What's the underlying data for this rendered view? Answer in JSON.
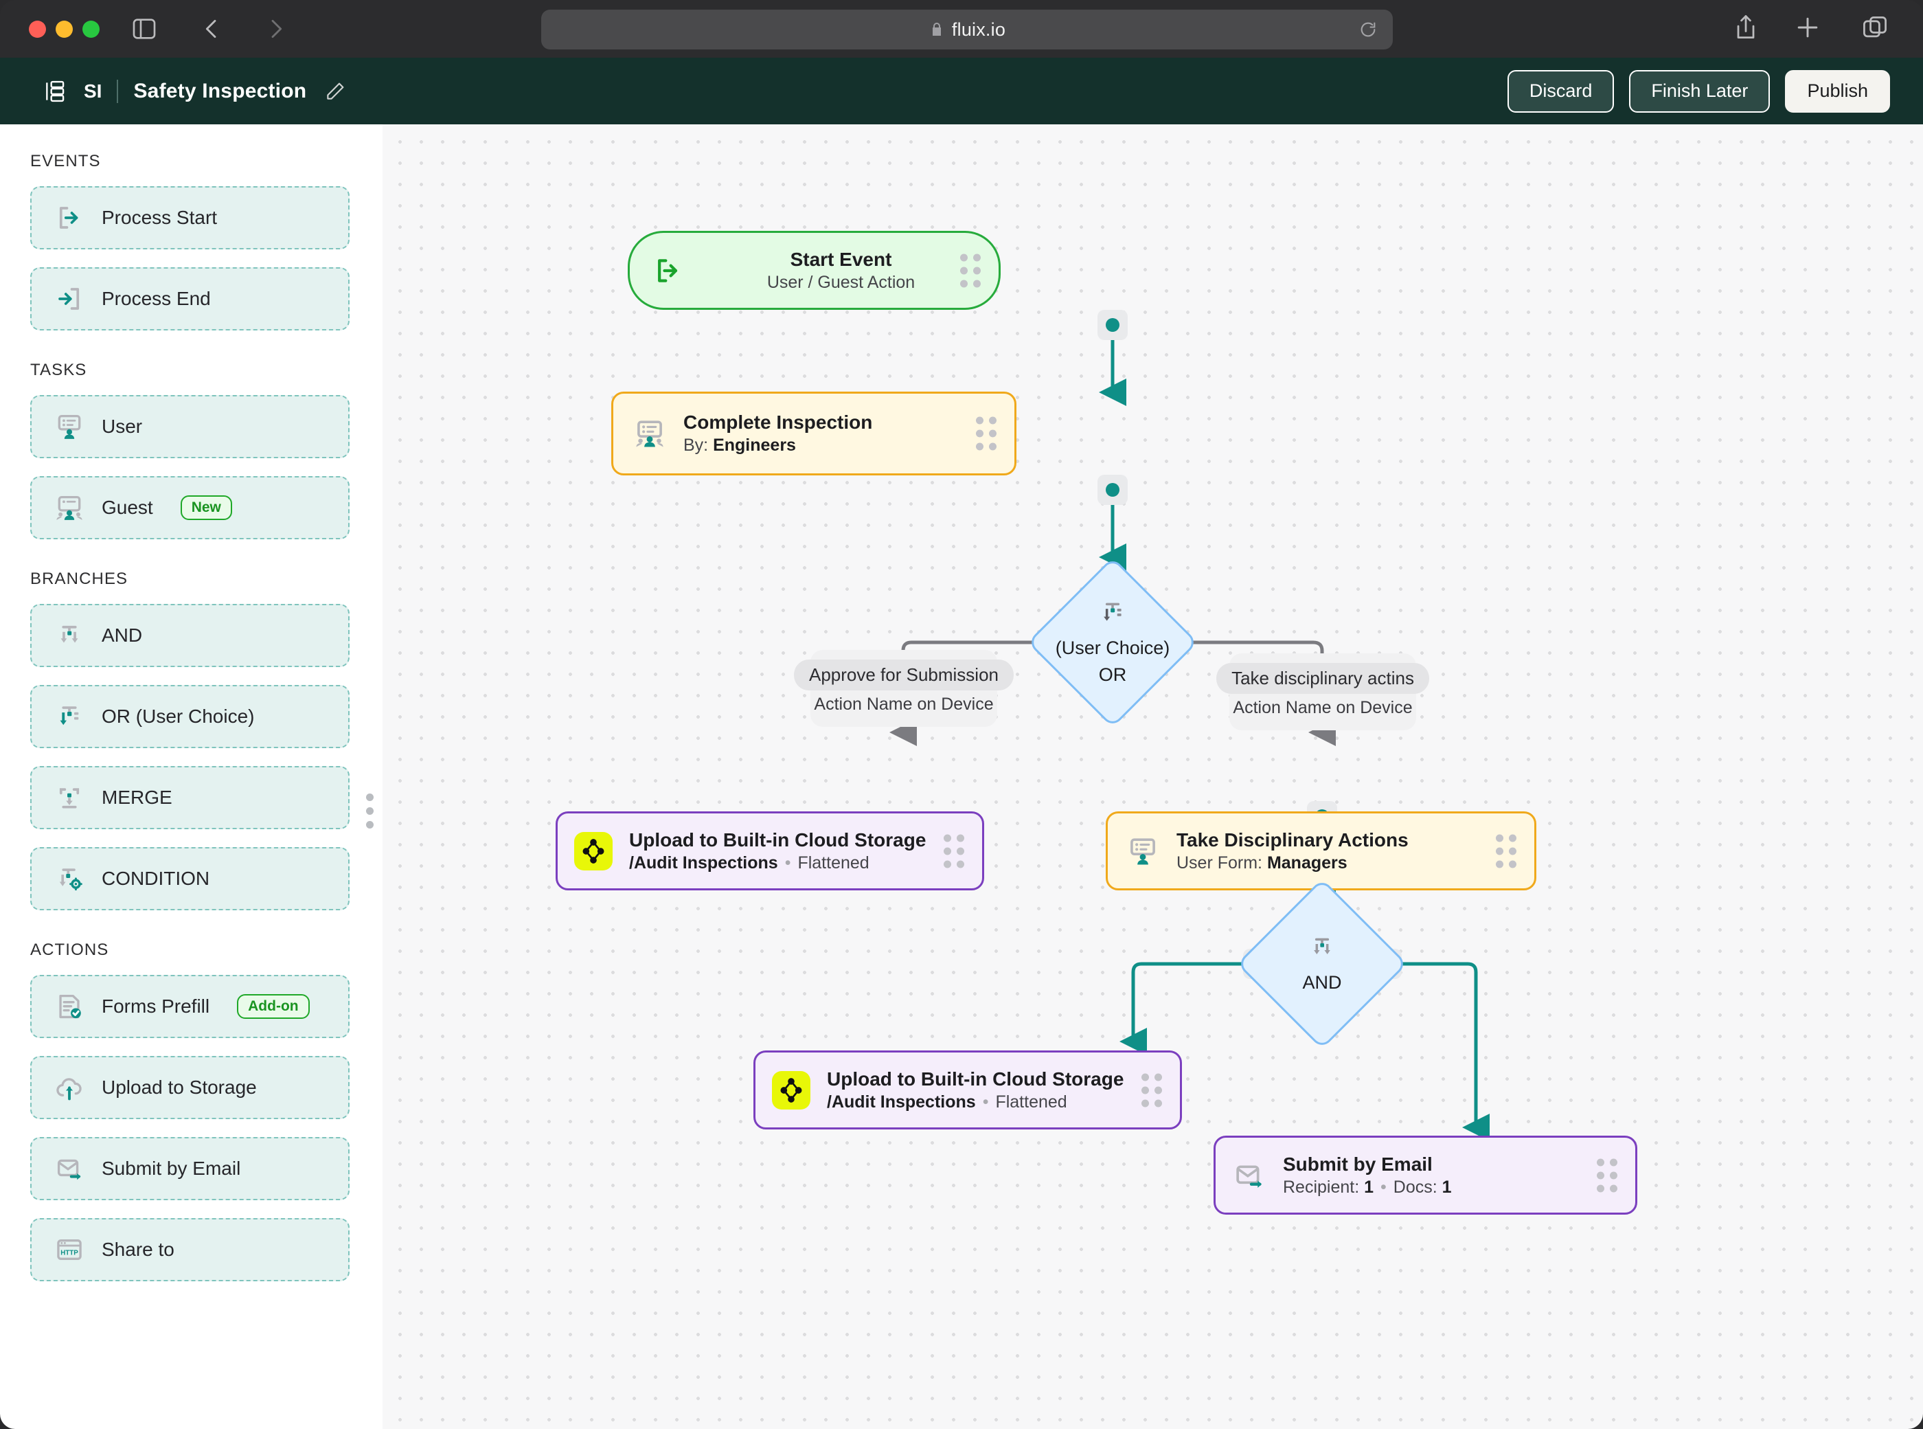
{
  "browser": {
    "url": "fluix.io",
    "lock_icon": "lock-icon",
    "reload_icon": "reload-icon",
    "sidebar_icon": "sidebar-toggle-icon",
    "back_icon": "chevron-left-icon",
    "forward_icon": "chevron-right-icon",
    "share_icon": "share-icon",
    "new_tab_icon": "plus-icon",
    "tabs_icon": "tabs-overview-icon"
  },
  "header": {
    "logo_icon": "workflow-logo-icon",
    "abbr": "SI",
    "title": "Safety Inspection",
    "edit_icon": "pencil-icon",
    "buttons": {
      "discard": "Discard",
      "finish_later": "Finish Later",
      "publish": "Publish"
    }
  },
  "sidebar": {
    "groups": [
      {
        "title": "EVENTS",
        "items": [
          {
            "label": "Process Start",
            "icon": "process-start-icon",
            "badge": ""
          },
          {
            "label": "Process End",
            "icon": "process-end-icon",
            "badge": ""
          }
        ]
      },
      {
        "title": "TASKS",
        "items": [
          {
            "label": "User",
            "icon": "user-task-icon",
            "badge": ""
          },
          {
            "label": "Guest",
            "icon": "guest-task-icon",
            "badge": "New"
          }
        ]
      },
      {
        "title": "BRANCHES",
        "items": [
          {
            "label": "AND",
            "icon": "branch-and-icon",
            "badge": ""
          },
          {
            "label": "OR (User Choice)",
            "icon": "branch-or-icon",
            "badge": ""
          },
          {
            "label": "MERGE",
            "icon": "branch-merge-icon",
            "badge": ""
          },
          {
            "label": "CONDITION",
            "icon": "branch-condition-icon",
            "badge": ""
          }
        ]
      },
      {
        "title": "ACTIONS",
        "items": [
          {
            "label": "Forms Prefill",
            "icon": "forms-prefill-icon",
            "badge": "Add-on"
          },
          {
            "label": "Upload to Storage",
            "icon": "upload-cloud-icon",
            "badge": ""
          },
          {
            "label": "Submit by Email",
            "icon": "submit-email-icon",
            "badge": ""
          },
          {
            "label": "Share to",
            "icon": "http-share-icon",
            "badge": ""
          }
        ]
      }
    ],
    "resize_handle": "sidebar-resize-handle"
  },
  "canvas": {
    "nodes": {
      "start": {
        "title": "Start Event",
        "subtitle": "User / Guest Action",
        "icon": "process-start-icon"
      },
      "complete_inspection": {
        "title": "Complete Inspection",
        "sub_prefix": "By:",
        "sub_value": "Engineers",
        "icon": "user-task-icon"
      },
      "or_gateway": {
        "line1": "(User Choice)",
        "line2": "OR",
        "icon": "branch-or-icon"
      },
      "and_gateway": {
        "line1": "AND",
        "icon": "branch-and-icon"
      },
      "upload_left": {
        "title": "Upload to Built-in Cloud Storage",
        "sub_path": "/Audit Inspections",
        "sub_mode": "Flattened",
        "icon": "fluix-storage-icon"
      },
      "upload_bottom": {
        "title": "Upload to Built-in Cloud Storage",
        "sub_path": "/Audit Inspections",
        "sub_mode": "Flattened",
        "icon": "fluix-storage-icon"
      },
      "disciplinary": {
        "title": "Take Disciplinary Actions",
        "sub_prefix": "User Form:",
        "sub_value": "Managers",
        "icon": "user-task-icon"
      },
      "submit_email": {
        "title": "Submit by Email",
        "sub_recipient_label": "Recipient:",
        "sub_recipient_value": "1",
        "sub_docs_label": "Docs:",
        "sub_docs_value": "1",
        "icon": "submit-email-icon"
      }
    },
    "branch_labels": {
      "left": {
        "name": "Approve for Submission",
        "sub": "Action Name on Device"
      },
      "right": {
        "name": "Take disciplinary actins",
        "sub": "Action Name on Device"
      }
    }
  },
  "colors": {
    "header_bg": "#14312c",
    "accent_teal": "#0f8f87",
    "start_border": "#27ab3c",
    "task_border": "#f0a91b",
    "action_border": "#7b3fbf",
    "gateway_border": "#7fbdf5",
    "badge_green": "#1fa828"
  }
}
